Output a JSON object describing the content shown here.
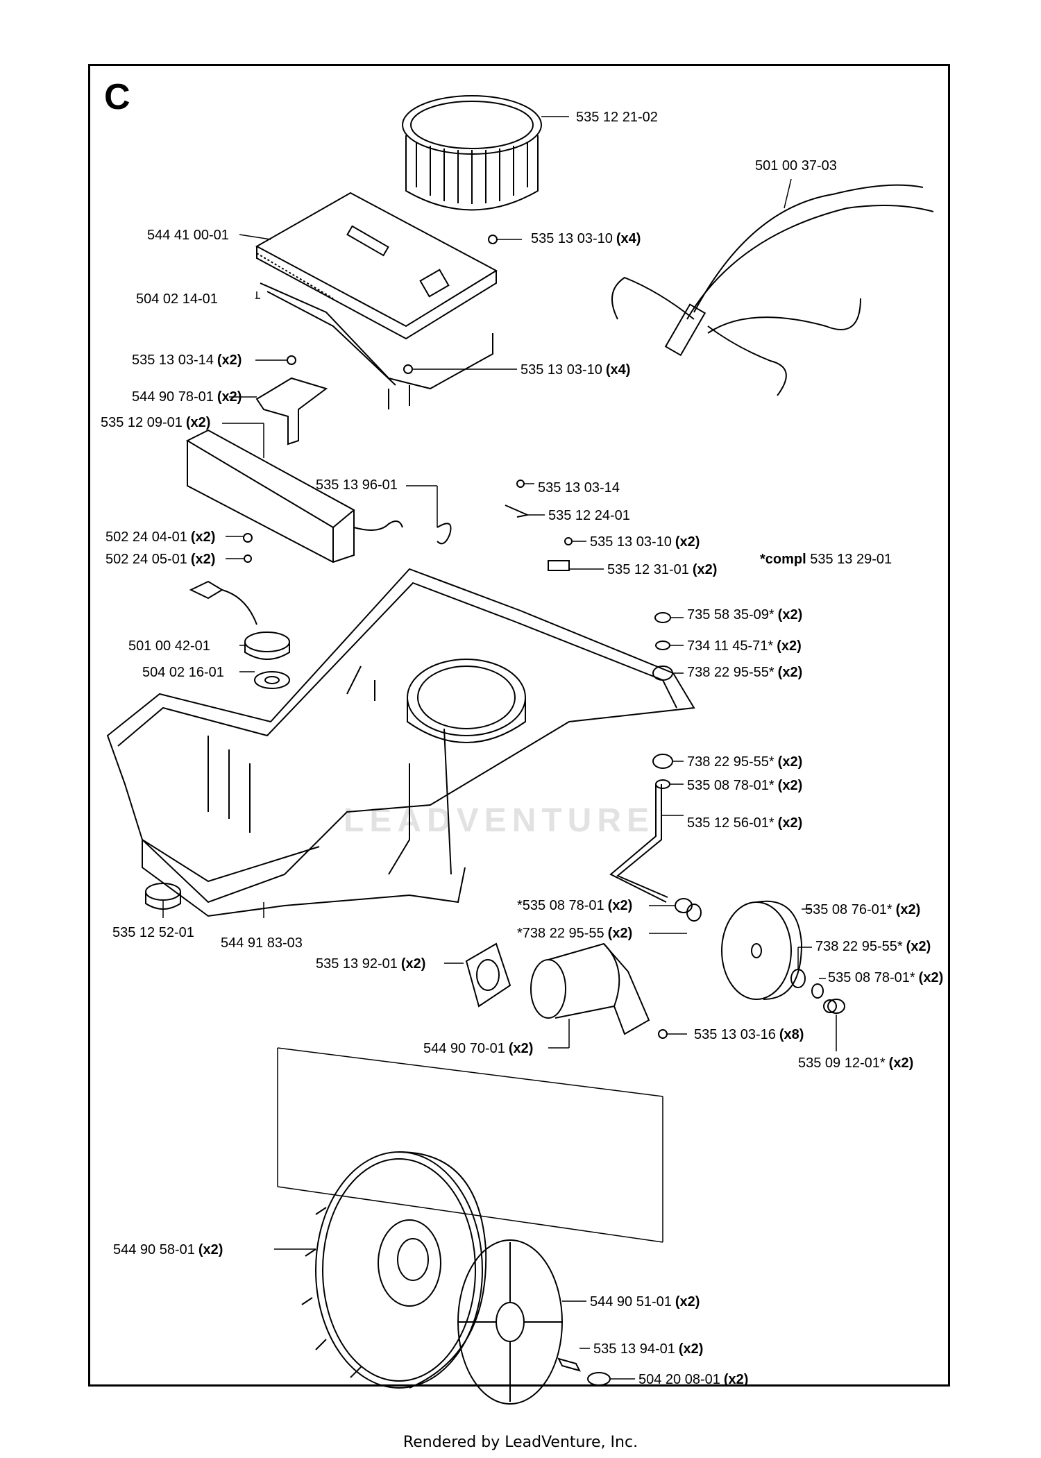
{
  "diagram": {
    "section_letter": "C",
    "watermark": "LEADVENTURE",
    "compl_note": {
      "prefix": "*compl",
      "part": "535 13 29-01"
    },
    "footer": "Rendered by LeadVenture, Inc.",
    "parts": [
      {
        "id": "p01",
        "number": "535 12 21-02",
        "qty": ""
      },
      {
        "id": "p02",
        "number": "501 00 37-03",
        "qty": ""
      },
      {
        "id": "p03",
        "number": "544 41 00-01",
        "qty": ""
      },
      {
        "id": "p04",
        "number": "535 13 03-10",
        "qty": "(x4)"
      },
      {
        "id": "p05",
        "number": "504 02 14-01",
        "qty": ""
      },
      {
        "id": "p06",
        "number": "535 13 03-14",
        "qty": "(x2)"
      },
      {
        "id": "p07",
        "number": "535 13 03-10",
        "qty": "(x4)"
      },
      {
        "id": "p08",
        "number": "544 90 78-01",
        "qty": "(x2)"
      },
      {
        "id": "p09",
        "number": "535 12 09-01",
        "qty": "(x2)"
      },
      {
        "id": "p10",
        "number": "535 13 96-01",
        "qty": ""
      },
      {
        "id": "p11",
        "number": "535 13 03-14",
        "qty": ""
      },
      {
        "id": "p12",
        "number": "535 12 24-01",
        "qty": ""
      },
      {
        "id": "p13",
        "number": "502 24 04-01",
        "qty": "(x2)"
      },
      {
        "id": "p14",
        "number": "535 13 03-10",
        "qty": "(x2)"
      },
      {
        "id": "p15",
        "number": "502 24 05-01",
        "qty": "(x2)"
      },
      {
        "id": "p16",
        "number": "535 12 31-01",
        "qty": "(x2)"
      },
      {
        "id": "p17",
        "number": "735 58 35-09*",
        "qty": "(x2)"
      },
      {
        "id": "p18",
        "number": "734 11 45-71*",
        "qty": "(x2)"
      },
      {
        "id": "p19",
        "number": "501 00 42-01",
        "qty": ""
      },
      {
        "id": "p20",
        "number": "738 22 95-55*",
        "qty": "(x2)"
      },
      {
        "id": "p21",
        "number": "504 02 16-01",
        "qty": ""
      },
      {
        "id": "p22",
        "number": "738 22 95-55*",
        "qty": "(x2)"
      },
      {
        "id": "p23",
        "number": "535 08 78-01*",
        "qty": "(x2)"
      },
      {
        "id": "p24",
        "number": "535 12 56-01*",
        "qty": "(x2)"
      },
      {
        "id": "p25",
        "number": "*535 08 78-01",
        "qty": "(x2)"
      },
      {
        "id": "p26",
        "number": "535 08 76-01*",
        "qty": "(x2)"
      },
      {
        "id": "p27",
        "number": "*738 22 95-55",
        "qty": "(x2)"
      },
      {
        "id": "p28",
        "number": "738 22 95-55*",
        "qty": "(x2)"
      },
      {
        "id": "p29",
        "number": "535 12 52-01",
        "qty": ""
      },
      {
        "id": "p30",
        "number": "544 91 83-03",
        "qty": ""
      },
      {
        "id": "p31",
        "number": "535 13 92-01",
        "qty": "(x2)"
      },
      {
        "id": "p32",
        "number": "535 08 78-01*",
        "qty": "(x2)"
      },
      {
        "id": "p33",
        "number": "535 13 03-16",
        "qty": "(x8)"
      },
      {
        "id": "p34",
        "number": "544 90 70-01",
        "qty": "(x2)"
      },
      {
        "id": "p35",
        "number": "535 09 12-01*",
        "qty": "(x2)"
      },
      {
        "id": "p36",
        "number": "544 90 58-01",
        "qty": "(x2)"
      },
      {
        "id": "p37",
        "number": "544 90 51-01",
        "qty": "(x2)"
      },
      {
        "id": "p38",
        "number": "535 13 94-01",
        "qty": "(x2)"
      },
      {
        "id": "p39",
        "number": "504 20 08-01",
        "qty": "(x2)"
      }
    ]
  }
}
